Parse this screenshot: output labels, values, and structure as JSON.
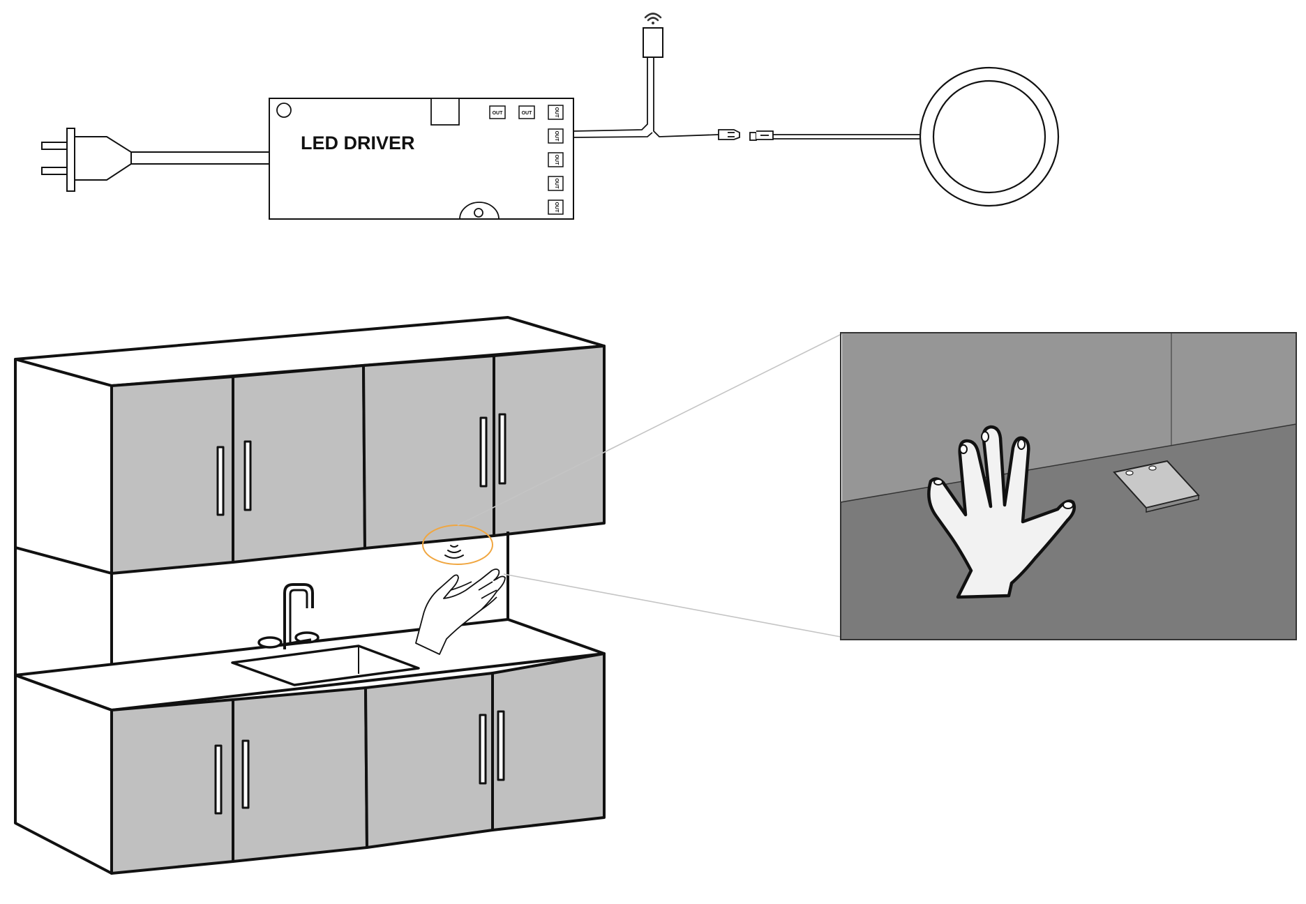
{
  "driver": {
    "label": "LED DRIVER",
    "port_label": "OUT",
    "port_count": 7
  },
  "icons": [
    "wifi-icon",
    "plug-icon",
    "puck-light-icon",
    "hand-icon",
    "motion-sensor-icon"
  ],
  "colors": {
    "stroke": "#111111",
    "cabinet_door": "#c0c0c0",
    "highlight_circle": "#f0a640",
    "zoom_wall": "#969696",
    "zoom_underside": "#7b7b7b",
    "zoom_sensor": "#c8c8c8",
    "hand_fill": "#f2f2f2",
    "zoom_lines": "#c4c4c4"
  }
}
